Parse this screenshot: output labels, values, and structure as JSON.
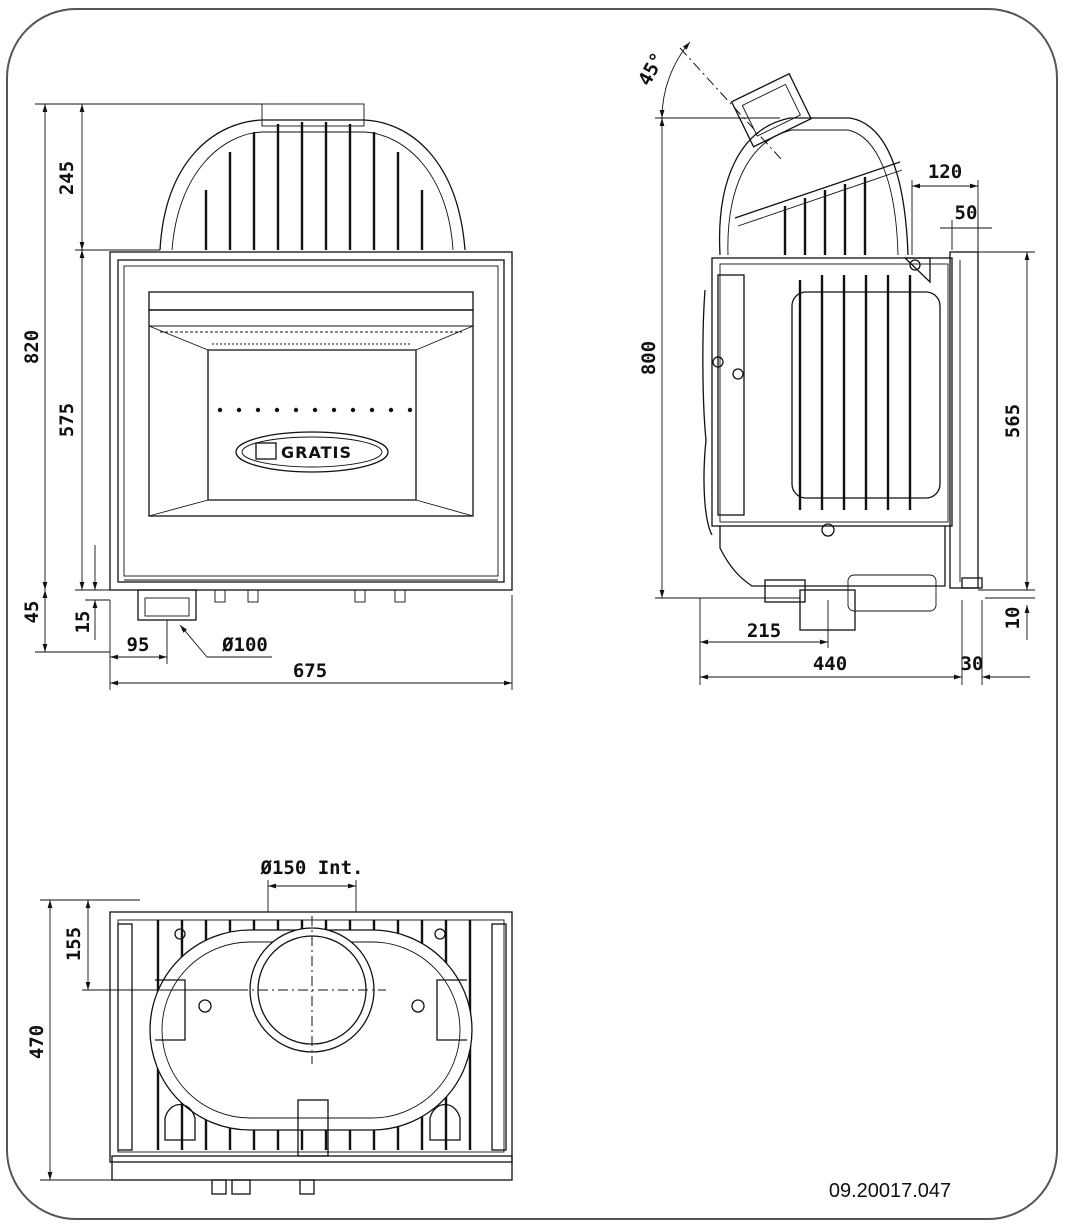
{
  "drawing_code": "09.20017.047",
  "logo": {
    "text": "GRATIS"
  },
  "front_view": {
    "dim_top_height": "245",
    "dim_total_height": "820",
    "dim_body_height": "575",
    "dim_bottom_left": "45",
    "dim_bottom_small": "15",
    "dim_outlet_offset": "95",
    "dim_outlet_diameter": "Ø100",
    "dim_total_width": "675"
  },
  "side_view": {
    "dim_angle": "45°",
    "dim_total_height": "800",
    "dim_front_depth": "120",
    "dim_front_frame": "50",
    "dim_door_height": "565",
    "dim_bottom_small": "10",
    "dim_outlet_offset": "215",
    "dim_total_depth": "440",
    "dim_frame_depth": "30"
  },
  "top_view": {
    "dim_flue_diameter": "Ø150 Int.",
    "dim_flue_offset": "155",
    "dim_total_depth": "470"
  }
}
